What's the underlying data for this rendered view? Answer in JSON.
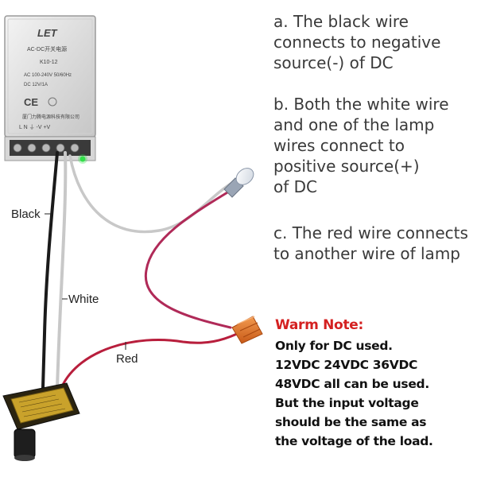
{
  "psu": {
    "brand": "LET",
    "lines": [
      "AC-DC开关电源",
      "K10-12",
      "AC 100-240V 50/60Hz",
      "DC 12V/1A"
    ],
    "ce_mark": "CE",
    "maker": "厦门力腾电源科技有限公司",
    "terminals": "L  N  ⏚  -V  +V"
  },
  "wire_labels": {
    "black": "Black",
    "white": "White",
    "red": "Red"
  },
  "notes": {
    "a": [
      "a. The black wire",
      "connects to negative",
      "source(-) of DC"
    ],
    "b": [
      "b. Both the white wire",
      "and one of the lamp",
      "wires connect to",
      "positive source(+)",
      "of DC"
    ],
    "c": [
      "c. The red wire connects",
      "to another wire of lamp"
    ]
  },
  "warm_note": {
    "title": "Warm Note:",
    "lines": [
      "Only for DC used.",
      "12VDC 24VDC 36VDC",
      "48VDC all can be used.",
      "But the input voltage",
      "should be the same as",
      "the voltage of the load."
    ]
  },
  "colors": {
    "red_wire": "#b81e3c",
    "white_wire": "#c8c8c8",
    "black_wire": "#1a1a1a",
    "warm_title": "#d42020",
    "connector": "#e0762a"
  }
}
